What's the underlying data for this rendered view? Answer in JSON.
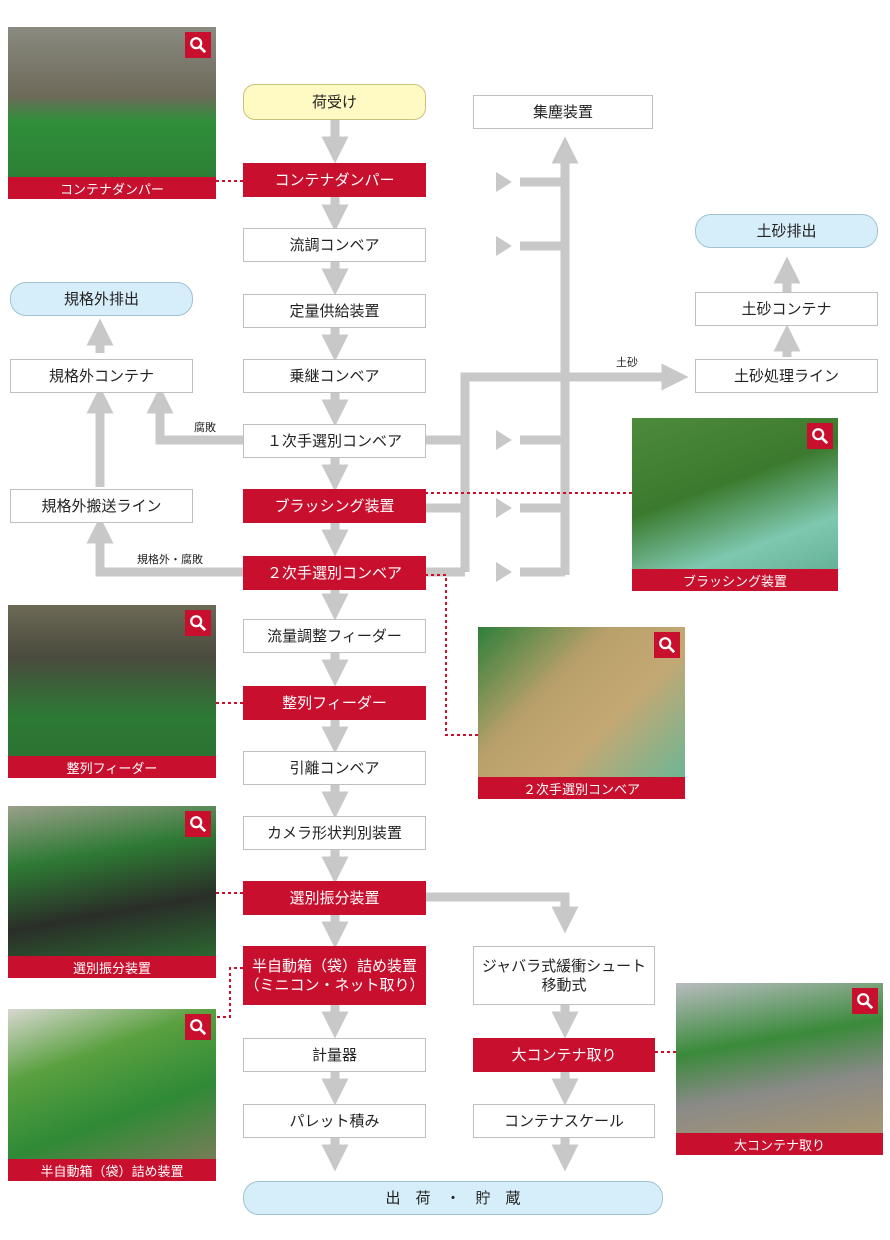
{
  "flow": {
    "receiving": "荷受け",
    "container_dumper": "コンテナダンパー",
    "flow_conveyor": "流調コンベア",
    "metered_feeder": "定量供給装置",
    "transfer_conveyor": "乗継コンベア",
    "primary_sorting": "１次手選別コンベア",
    "brushing": "ブラッシング装置",
    "secondary_sorting": "２次手選別コンベア",
    "flow_adjust_feeder": "流量調整フィーダー",
    "alignment_feeder": "整列フィーダー",
    "separation_conveyor": "引離コンベア",
    "camera_sorter": "カメラ形状判別装置",
    "sorting_distributor": "選別振分装置",
    "semi_auto_packing_line1": "半自動箱（袋）詰め装置",
    "semi_auto_packing_line2": "（ミニコン・ネット取り）",
    "weigher": "計量器",
    "palletizing": "パレット積み",
    "shipping_storage": "出　荷　・　貯　蔵"
  },
  "right": {
    "dust_collector": "集塵装置",
    "soil_discharge": "土砂排出",
    "soil_container": "土砂コンテナ",
    "soil_line": "土砂処理ライン",
    "soil_label": "土砂",
    "bellows_chute_line1": "ジャバラ式緩衝シュート",
    "bellows_chute_line2": "移動式",
    "large_container": "大コンテナ取り",
    "container_scale": "コンテナスケール"
  },
  "left": {
    "reject_discharge": "規格外排出",
    "reject_container": "規格外コンテナ",
    "reject_conveyor": "規格外搬送ライン",
    "rot_label": "腐敗",
    "reject_rot_label": "規格外・腐敗"
  },
  "photos": {
    "container_dumper": "コンテナダンパー",
    "brushing": "ブラッシング装置",
    "alignment_feeder": "整列フィーダー",
    "secondary_sorting": "２次手選別コンベア",
    "sorting_distributor": "選別振分装置",
    "semi_auto_packing": "半自動箱（袋）詰め装置",
    "large_container": "大コンテナ取り"
  },
  "colors": {
    "accent_red": "#c8102e",
    "arrow_gray": "#c8c8c8",
    "start_yellow": "#fff9c4",
    "end_blue": "#d6eef9"
  }
}
